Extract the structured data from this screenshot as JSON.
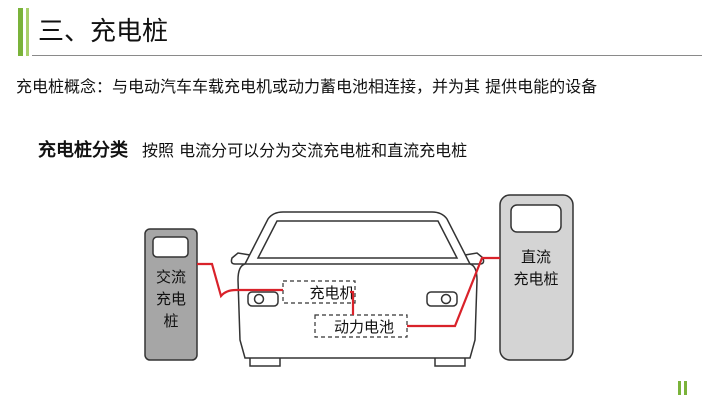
{
  "header": {
    "title": "三、充电桩"
  },
  "concept": {
    "text": "充电桩概念：与电动汽车车载充电机或动力蓄电池相连接，并为其 提供电能的设备"
  },
  "classification": {
    "heading": "充电桩分类",
    "description": "按照  电流分可以分为交流充电桩和直流充电桩"
  },
  "diagram": {
    "ac_pile": {
      "line1": "交流",
      "line2": "充电",
      "line3": "桩"
    },
    "dc_pile": {
      "line1": "直流",
      "line2": "充电桩"
    },
    "car": {
      "charger_label": "充电机",
      "battery_label": "动力电池"
    },
    "colors": {
      "cable": "#d9222a",
      "ac_pile_fill": "#a6a6a6",
      "dc_pile_fill": "#d4d4d4",
      "accent": "#7ab33a"
    }
  }
}
